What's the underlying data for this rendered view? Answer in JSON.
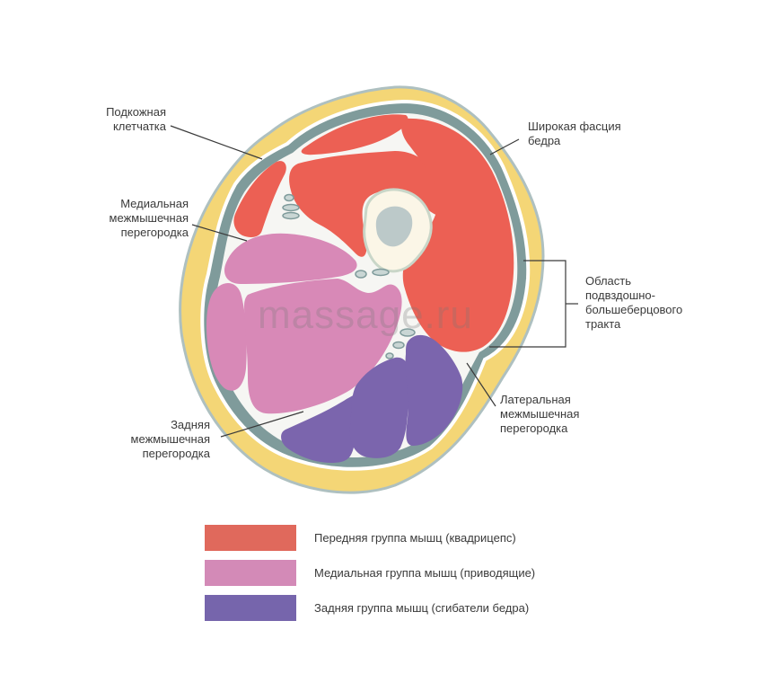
{
  "colors": {
    "anterior": "#ec6054",
    "medial": "#d889b7",
    "posterior": "#7b65ad",
    "fat": "#f4d676",
    "fascia": "#7f9b9b",
    "bone": "#fbf6e7",
    "marrow": "#bcc9c9"
  },
  "labels": {
    "subcutaneous": "Подкожная\nклетчатка",
    "medial_septum": "Медиальная\nмежмышечная\nперегородка",
    "posterior_septum": "Задняя\nмежмышечная\nперегородка",
    "fascia_lata": "Широкая фасция\nбедра",
    "it_tract": "Область\nподвздошно-\nбольшеберцового\nтракта",
    "lateral_septum": "Латеральная\nмежмышечная\nперегородка"
  },
  "watermark": "massage.ru",
  "legend": [
    {
      "label": "Передняя группа мышц (квадрицепс)",
      "color": "#e0695c"
    },
    {
      "label": "Медиальная группа мышц (приводящие)",
      "color": "#d38ab7"
    },
    {
      "label": "Задняя группа мышц (сгибатели бедра)",
      "color": "#7665ac"
    }
  ]
}
